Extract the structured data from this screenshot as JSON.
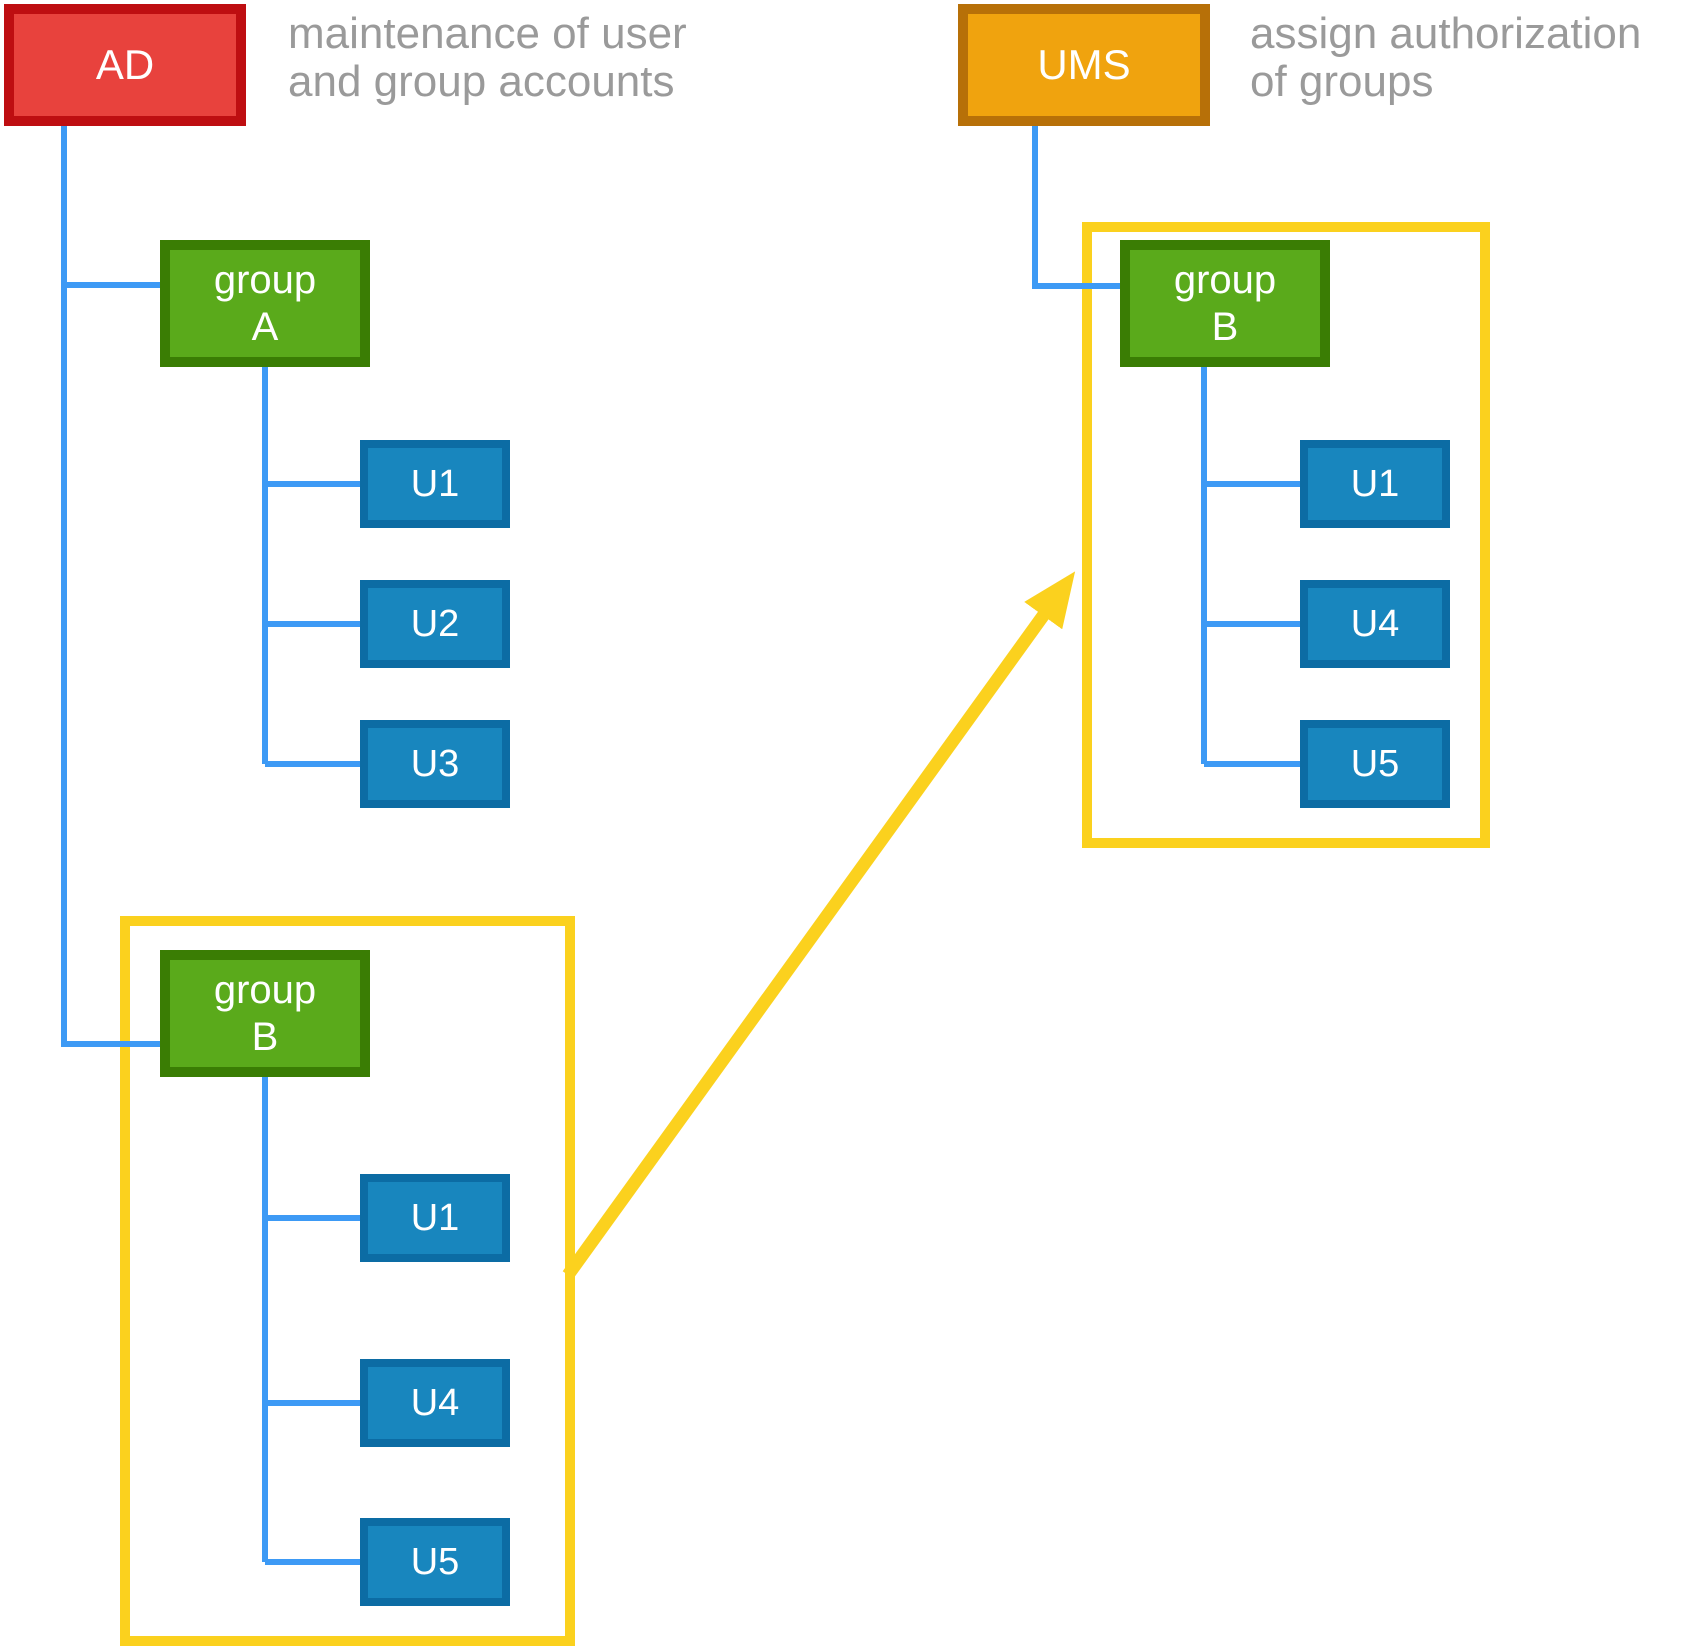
{
  "theme": {
    "red_fill": "#E8423D",
    "red_border": "#BE0E11",
    "orange_fill": "#F0A30E",
    "orange_border": "#B77008",
    "green_fill": "#5AAA1B",
    "green_border": "#3A7D04",
    "blue_fill": "#1886BE",
    "blue_border": "#0C6CA4",
    "connector": "#3D9AF5",
    "highlight": "#FBD11E",
    "annotation_text": "#9A9A9A",
    "box_text": "#FFFFFF"
  },
  "nodes": {
    "ad": {
      "label": "AD",
      "annotation": "maintenance of user\nand group accounts"
    },
    "ums": {
      "label": "UMS",
      "annotation": "assign authorization\nof groups"
    },
    "group_a": {
      "label": "group\nA",
      "users": [
        "U1",
        "U2",
        "U3"
      ]
    },
    "group_b_ad": {
      "label": "group\nB",
      "users": [
        "U1",
        "U4",
        "U5"
      ]
    },
    "group_b_ums": {
      "label": "group\nB",
      "users": [
        "U1",
        "U4",
        "U5"
      ]
    }
  }
}
